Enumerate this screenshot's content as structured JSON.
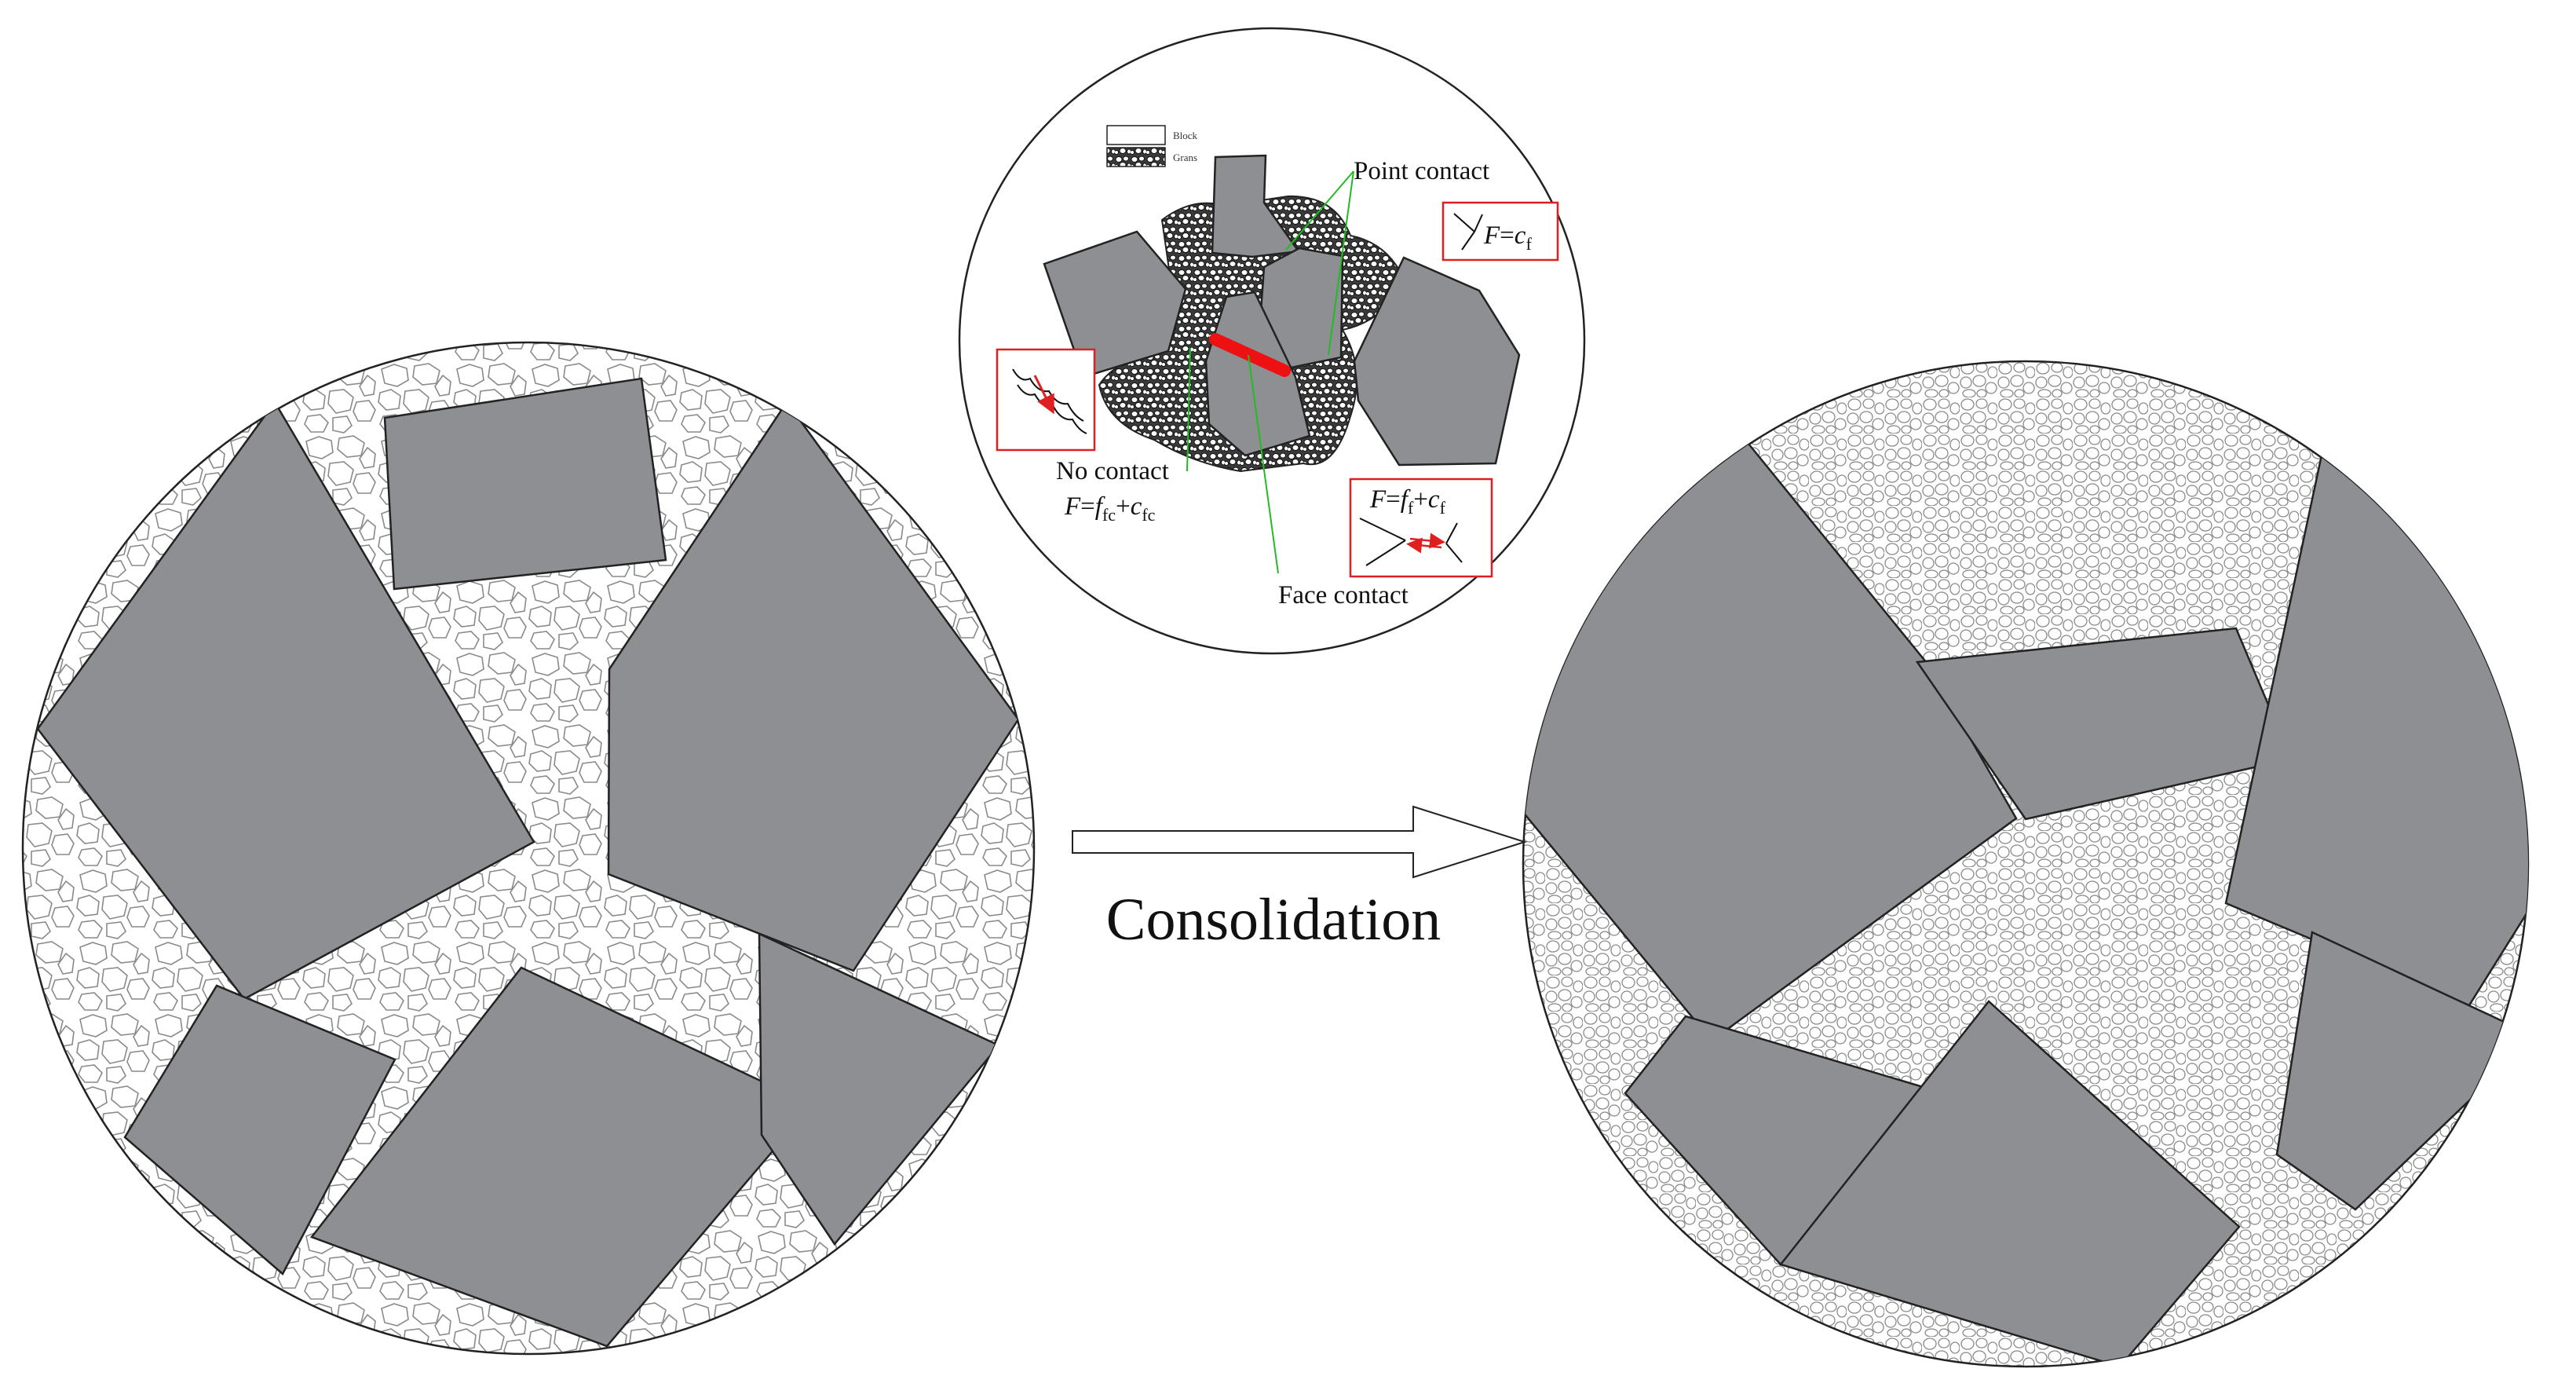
{
  "colors": {
    "block_fill": "#8e8f92",
    "outline": "#222222",
    "leader_line": "#22bb22",
    "highlight_box": "#e02020",
    "face_contact": "#ee1111",
    "grain_stroke": "#8a8a8a"
  },
  "legend": {
    "block": "Block",
    "grains": "Grans"
  },
  "labels": {
    "point_contact": "Point contact",
    "no_contact": "No contact",
    "face_contact": "Face contact",
    "process": "Consolidation"
  },
  "formulas": {
    "point": {
      "lhs": "F",
      "eq": "=",
      "c": "c",
      "c_sub": "f"
    },
    "no_contact": {
      "lhs": "F",
      "eq": "=",
      "f": "f",
      "f_sub": "fc",
      "plus": "+",
      "c": "c",
      "c_sub": "fc"
    },
    "face": {
      "lhs": "F",
      "eq": "=",
      "f": "f",
      "f_sub": "f",
      "plus": "+",
      "c": "c",
      "c_sub": "f"
    }
  },
  "icons": [
    "point-contact-glyph",
    "no-contact-glyph",
    "face-contact-glyph",
    "process-arrow"
  ]
}
